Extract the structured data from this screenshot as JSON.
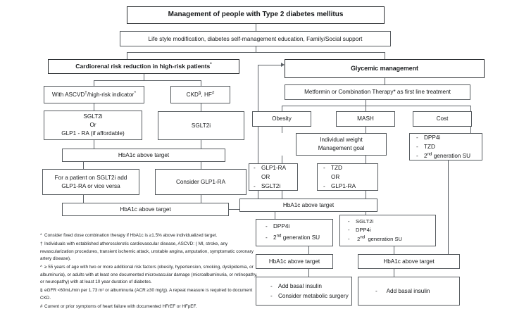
{
  "title": "Management of people with Type 2 diabetes mellitus",
  "nodes": {
    "root": "Management of people with Type 2 diabetes mellitus",
    "lifestyle": "Life style modification,  diabetes self-management education, Family/Social support",
    "cardiorenal": "Cardiorenal risk reduction in high-risk patients",
    "cardiorenal_sup": "*",
    "glycemic": "Glycemic management",
    "ascvd": "With ASCVD",
    "ascvd_sup1": "†",
    "ascvd_mid": "/high-risk indicator",
    "ascvd_sup2": "^",
    "ckd": "CKD",
    "ckd_sup1": "§",
    "ckd_mid": ", HF",
    "ckd_sup2": "#",
    "sglt2i_or_glp1": [
      "SGLT2i",
      "Or",
      "GLP1 - RA (if affordable)"
    ],
    "sglt2i_right": "SGLT2i",
    "hba1c_left_1": "HbA1c above target",
    "sglt2i_add": [
      "For a patient on SGLT2i add",
      "GLP1-RA or vice versa"
    ],
    "consider_glp1": "Consider GLP1-RA",
    "hba1c_left_2": "HbA1c above target",
    "metformin": "Metformin or Combination Therapy* as first line treatment",
    "obesity": "Obesity",
    "mash": "MASH",
    "cost": "Cost",
    "weight_goal": [
      "Individual weight",
      "Management goal"
    ],
    "obesity_drugs": [
      "GLP1-RA",
      "OR",
      "SGLT2i"
    ],
    "mash_drugs": [
      "TZD",
      "OR",
      "GLP1-RA"
    ],
    "cost_drugs": [
      "DPP4i",
      "TZD",
      "2nd generation SU"
    ],
    "hba1c_mid_1": "HbA1c above target",
    "mid_left_drugs": [
      "DPP4i",
      "2nd generation SU"
    ],
    "mid_right_drugs": [
      "SGLT2i",
      "DPP4i",
      "2nd generation SU"
    ],
    "hba1c_mid_2": "HbA1c above target",
    "hba1c_right_2": "HbA1c above target",
    "insulin_metabolic": [
      "Add basal insulin",
      "Consider metabolic surgery"
    ],
    "insulin_only": [
      "Add basal insulin"
    ]
  },
  "superscripts": {
    "nd": "nd"
  },
  "notes": [
    {
      "marker": "*",
      "text": "Consider fixed dose combination therapy if HbA1c is ≥1.5% above individualized target."
    },
    {
      "marker": "†",
      "text": "Individuals with established atherosclerotic cardiovascular disease, ASCVD: ( MI, stroke, any revascularization procedures, transient ischemic attack, unstable angina, amputation, symptomatic coronary artery disease)."
    },
    {
      "marker": "^",
      "text": "≥ 55 years of age with two or more additional risk factors (obesity, hypertension, smoking, dyslipidemia, or albuminuria), or adults with at least one documented microvascular damage (microalbuminuria, or retinopathy, or neuropathy) with at least 10 year duration of diabetes."
    },
    {
      "marker": "§",
      "text": "eGFR <60mL/min per 1.73 m² or albuminuria (ACR ≥30 mg/g). A repeat measure is required to document CKD."
    },
    {
      "marker": "#",
      "text": "Current or prior symptoms of heart failure with documented HFrEF or HFpEF."
    }
  ],
  "colors": {
    "border": "#555a5e",
    "border_thick": "#2b2e31",
    "line": "#5b6065",
    "text": "#16181a",
    "background": "#ffffff"
  }
}
